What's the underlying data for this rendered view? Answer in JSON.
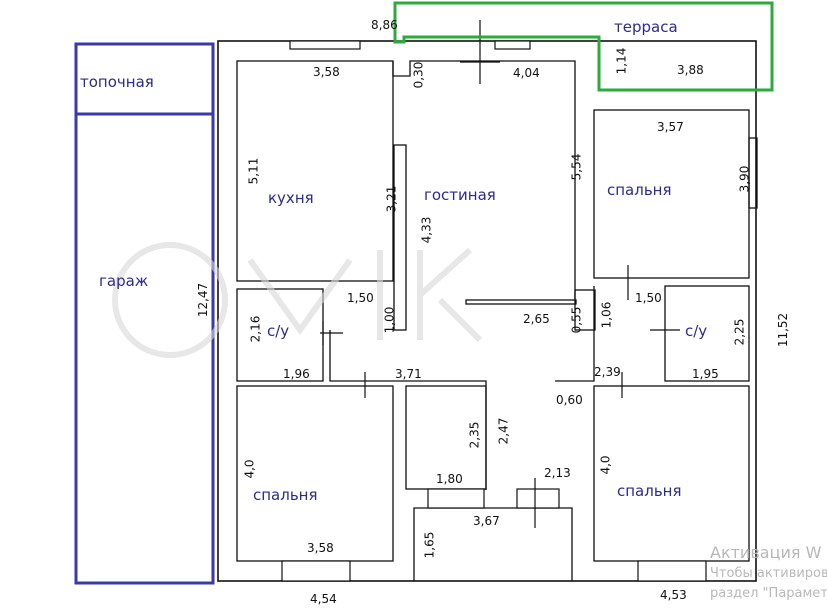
{
  "rooms": {
    "topochnaya": "топочная",
    "garazh": "гараж",
    "terrasa": "терраса",
    "kuhnya": "кухня",
    "gostinaya": "гостиная",
    "spalnya_ne": "спальня",
    "su_left": "с/у",
    "su_right": "с/у",
    "spalnya_sw": "спальня",
    "spalnya_se": "спальня"
  },
  "dims": {
    "d_886": "8,86",
    "d_030": "0,30",
    "d_358_top": "3,58",
    "d_404": "4,04",
    "d_114": "1,14",
    "d_388": "3,88",
    "d_357": "3,57",
    "d_511": "5,11",
    "d_321": "3,21",
    "d_433": "4,33",
    "d_554": "5,54",
    "d_390": "3,90",
    "d_1247": "12,47",
    "d_150_a": "1,50",
    "d_100": "1,00",
    "d_216": "2,16",
    "d_265": "2,65",
    "d_055": "0,55",
    "d_106": "1,06",
    "d_150_b": "1,50",
    "d_225": "2,25",
    "d_1152": "11,52",
    "d_196": "1,96",
    "d_371": "3,71",
    "d_239": "2,39",
    "d_195": "1,95",
    "d_060": "0,60",
    "d_235": "2,35",
    "d_247": "2,47",
    "d_40_left": "4,0",
    "d_40_right": "4,0",
    "d_213": "2,13",
    "d_180": "1,80",
    "d_367": "3,67",
    "d_358_bottom": "3,58",
    "d_165": "1,65",
    "d_454": "4,54",
    "d_453": "4,53"
  },
  "watermark": {
    "line1": "Активация W",
    "line2": "Чтобы активиров",
    "line3": "раздел \"Парамет"
  },
  "colors": {
    "garage_outline": "#3a3aa8",
    "terrace_outline": "#2eaa3c",
    "walls": "#111111",
    "room_labels": "#2b2b8c"
  }
}
